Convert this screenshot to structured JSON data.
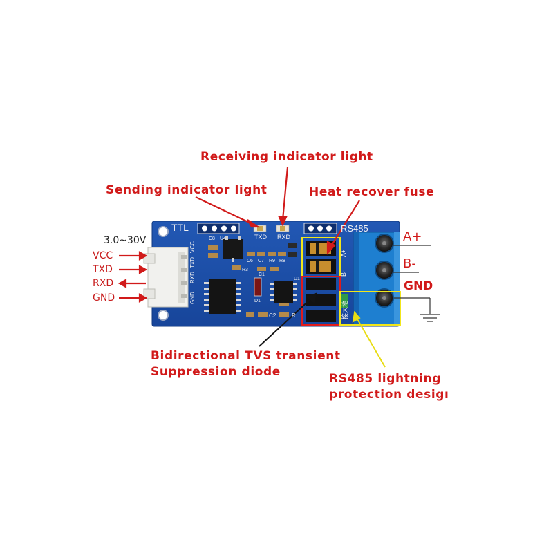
{
  "callouts": {
    "receiving_indicator": "Receiving indicator light",
    "sending_indicator": "Sending indicator light",
    "heat_fuse": "Heat recover fuse",
    "tvs_line1": "Bidirectional TVS transient",
    "tvs_line2": "Suppression diode",
    "lightning_line1": "RS485 lightning",
    "lightning_line2": "protection desigı"
  },
  "pins": {
    "voltage_range": "3.0~30V",
    "vcc": "VCC",
    "txd": "TXD",
    "rxd": "RXD",
    "gnd": "GND"
  },
  "terminals": {
    "a_plus": "A+",
    "b_minus": "B-",
    "gnd": "GND"
  },
  "board": {
    "ttl": "TTL",
    "rs485": "RS485",
    "txd": "TXD",
    "rxd": "RXD",
    "c8": "C8",
    "u4": "U4",
    "c6": "C6",
    "c7": "C7",
    "r9": "R9",
    "r8": "R8",
    "r3": "R3",
    "c1": "C1",
    "u1": "U1",
    "d1": "D1",
    "c2": "C2",
    "r_a": "R",
    "conn_vcc": "VCC",
    "conn_txd": "TXD",
    "conn_rxd": "RXD",
    "conn_gnd": "GND",
    "silk_a": "A+",
    "silk_b": "B-",
    "silk_gnd": "接大地"
  },
  "colors": {
    "pcb": "#1d4fa6",
    "terminal": "#1e7fd0",
    "callout": "#d11a1a",
    "highlight_red": "#e01b1b",
    "highlight_yellow": "#f2e61a",
    "connector": "#f1f1ee"
  }
}
